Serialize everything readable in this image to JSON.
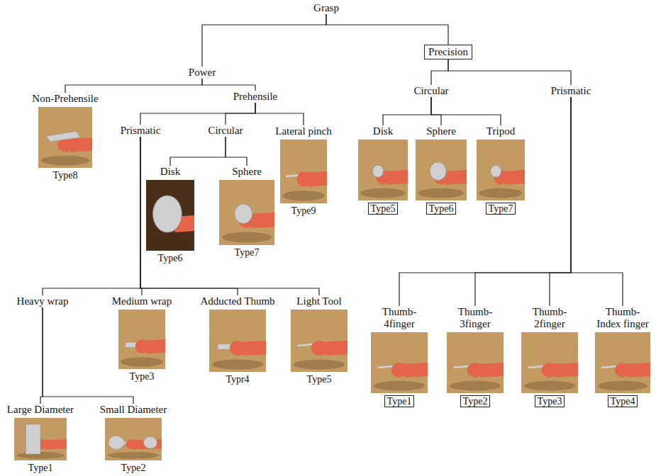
{
  "diagram": {
    "nodes": [
      {
        "text": [
          "Grasp"
        ]
      },
      {
        "text": [
          "Power"
        ]
      },
      {
        "text": [
          "Precision"
        ]
      },
      {
        "text": [
          "Non-Prehensile",
          "Type8"
        ]
      },
      {
        "text": [
          "Prehensile"
        ]
      },
      {
        "text": [
          "Prismatic"
        ]
      },
      {
        "text": [
          "Circular"
        ]
      },
      {
        "text": [
          "Lateral pinch",
          "Type9"
        ]
      },
      {
        "text": [
          "Disk",
          "Type6"
        ]
      },
      {
        "text": [
          "Sphere",
          "Type7"
        ]
      },
      {
        "text": [
          "Heavy wrap"
        ]
      },
      {
        "text": [
          "Medium wrap",
          "Type3"
        ]
      },
      {
        "text": [
          "Adducted Thumb",
          "Typr4"
        ]
      },
      {
        "text": [
          "Light Tool",
          "Type5"
        ]
      },
      {
        "text": [
          "Large Diameter",
          "Type1"
        ]
      },
      {
        "text": [
          "Small Diameter",
          "Type2"
        ]
      },
      {
        "text": [
          "Circular"
        ]
      },
      {
        "text": [
          "Prismatic"
        ]
      },
      {
        "text": [
          "Disk",
          "Type5"
        ]
      },
      {
        "text": [
          "Sphere",
          "Type6"
        ]
      },
      {
        "text": [
          "Tripod",
          "Type7"
        ]
      },
      {
        "text": [
          "Thumb- 4finger",
          "Type1"
        ]
      },
      {
        "text": [
          "Thumb- 3finger",
          "Type2"
        ]
      },
      {
        "text": [
          "Thumb- 2finger",
          "Type3"
        ]
      },
      {
        "text": [
          "Thumb- Index finger",
          "Type4"
        ]
      }
    ],
    "edges": [
      {
        "from": 0,
        "to": 1,
        "arrow": "none"
      },
      {
        "from": 0,
        "to": 2,
        "arrow": "none"
      },
      {
        "from": 1,
        "to": 3,
        "arrow": "none"
      },
      {
        "from": 1,
        "to": 4,
        "arrow": "none"
      },
      {
        "from": 4,
        "to": 5,
        "arrow": "none"
      },
      {
        "from": 4,
        "to": 6,
        "arrow": "none"
      },
      {
        "from": 4,
        "to": 7,
        "arrow": "none"
      },
      {
        "from": 6,
        "to": 8,
        "arrow": "none"
      },
      {
        "from": 6,
        "to": 9,
        "arrow": "none"
      },
      {
        "from": 5,
        "to": 10,
        "arrow": "none"
      },
      {
        "from": 5,
        "to": 11,
        "arrow": "none"
      },
      {
        "from": 5,
        "to": 12,
        "arrow": "none"
      },
      {
        "from": 5,
        "to": 13,
        "arrow": "none"
      },
      {
        "from": 10,
        "to": 14,
        "arrow": "none"
      },
      {
        "from": 10,
        "to": 15,
        "arrow": "none"
      },
      {
        "from": 2,
        "to": 16,
        "arrow": "none"
      },
      {
        "from": 2,
        "to": 17,
        "arrow": "none"
      },
      {
        "from": 16,
        "to": 18,
        "arrow": "none"
      },
      {
        "from": 16,
        "to": 19,
        "arrow": "none"
      },
      {
        "from": 16,
        "to": 20,
        "arrow": "none"
      },
      {
        "from": 17,
        "to": 21,
        "arrow": "none"
      },
      {
        "from": 17,
        "to": 22,
        "arrow": "none"
      },
      {
        "from": 17,
        "to": 23,
        "arrow": "none"
      },
      {
        "from": 17,
        "to": 24,
        "arrow": "none"
      }
    ]
  }
}
